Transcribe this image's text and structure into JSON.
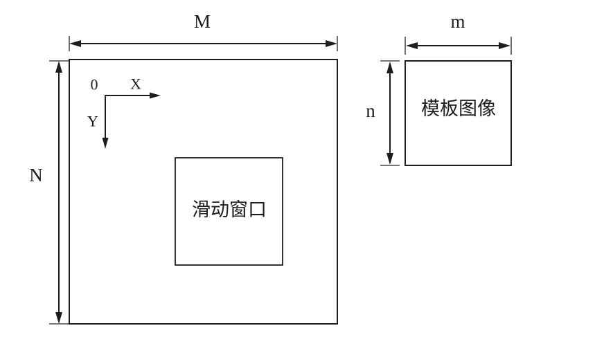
{
  "figure": {
    "kind": "template-matching-diagram",
    "background_color": "#ffffff",
    "line_color": "#1d1d1d",
    "search_image": {
      "width_label": "M",
      "height_label": "N",
      "origin_label": "0",
      "x_axis_label": "X",
      "y_axis_label": "Y",
      "sliding_window_label": "滑动窗口"
    },
    "template_image": {
      "width_label": "m",
      "height_label": "n",
      "label": "模板图像"
    }
  }
}
